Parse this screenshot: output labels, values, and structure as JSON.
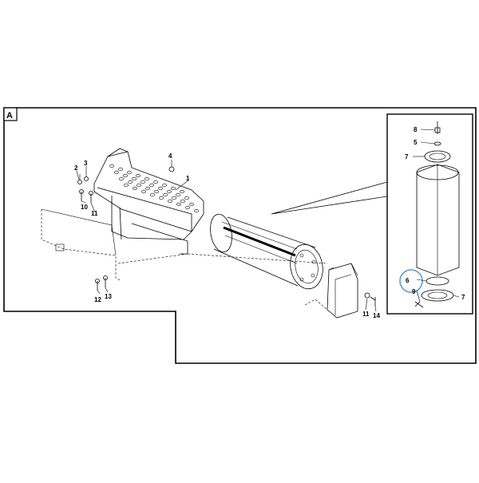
{
  "sheet": {
    "label": "A"
  },
  "callouts": {
    "c1": "1",
    "c2": "2",
    "c3": "3",
    "c4": "4",
    "c5": "5",
    "c6": "6",
    "c7a": "7",
    "c7b": "7",
    "c8": "8",
    "c9": "9",
    "c10": "10",
    "c11a": "11",
    "c11b": "11",
    "c12": "12",
    "c13": "13",
    "c14": "14"
  },
  "colors": {
    "highlight_ring": "#5b9bd5",
    "ink": "#000000"
  }
}
